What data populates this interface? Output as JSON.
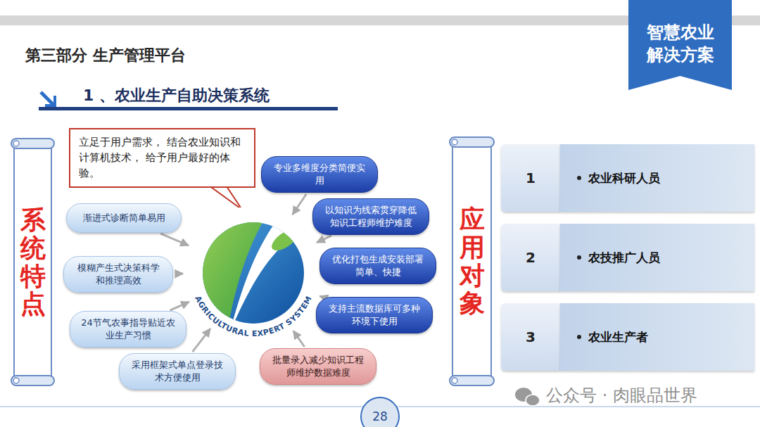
{
  "diagram": {
    "title": "第三部分 生产管理平台",
    "nodes": [
      {
        "text": [
          "智慧农业 解决方案"
        ]
      },
      {
        "text": [
          "系统特点"
        ]
      },
      {
        "text": [
          "立足于用户需求， 结合农业知识和计算机技术， 给予用户最好的体验。"
        ]
      },
      {
        "text": [
          "渐进式诊断简单易用"
        ]
      },
      {
        "text": [
          "模糊产生式决策科学和推理高效"
        ]
      },
      {
        "text": [
          "24节气农事指导贴近农业生产习惯"
        ]
      },
      {
        "text": [
          "采用框架式单点登录技术方便使用"
        ]
      },
      {
        "text": [
          "AGRICULTURAL EXPERT SYSTEM"
        ]
      },
      {
        "text": [
          "专业多维度分类简便实用"
        ]
      },
      {
        "text": [
          "以知识为线索贯穿降低知识工程师维护难度"
        ]
      },
      {
        "text": [
          "优化打包生成安装部署简单、快捷"
        ]
      },
      {
        "text": [
          "支持主流数据库可多种环境下使用"
        ]
      },
      {
        "text": [
          "批量录入减少知识工程师维护数据难度"
        ]
      },
      {
        "text": [
          "应用对象"
        ]
      },
      {
        "text": [
          "1"
        ]
      },
      {
        "text": [
          "农业科研人员"
        ]
      },
      {
        "text": [
          "2"
        ]
      },
      {
        "text": [
          "农技推广人员"
        ]
      },
      {
        "text": [
          "3"
        ]
      },
      {
        "text": [
          "农业生产者"
        ]
      },
      {
        "text": [
          "28"
        ]
      }
    ],
    "edges": [
      {
        "from": 3,
        "to": 7,
        "arrow": "to"
      },
      {
        "from": 4,
        "to": 7,
        "arrow": "to"
      },
      {
        "from": 5,
        "to": 7,
        "arrow": "to"
      },
      {
        "from": 6,
        "to": 7,
        "arrow": "to"
      },
      {
        "from": 8,
        "to": 7,
        "arrow": "to"
      },
      {
        "from": 9,
        "to": 7,
        "arrow": "to"
      },
      {
        "from": 10,
        "to": 7,
        "arrow": "to"
      },
      {
        "from": 11,
        "to": 7,
        "arrow": "to"
      },
      {
        "from": 12,
        "to": 7,
        "arrow": "to"
      }
    ],
    "labels": [
      "1 、农业生产自助决策系统",
      "公众号 · 肉眼品世界"
    ]
  }
}
